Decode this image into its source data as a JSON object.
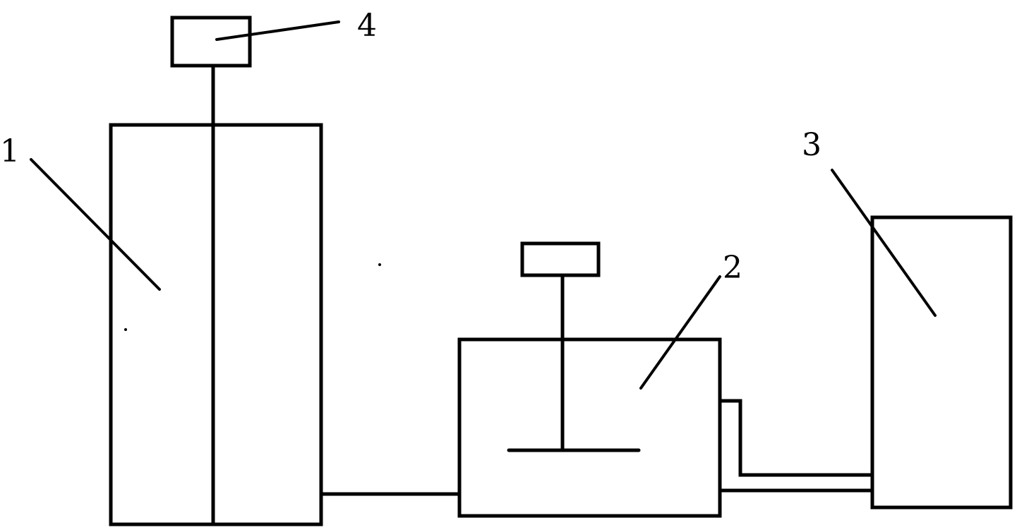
{
  "labels": {
    "part_1": "1",
    "part_2": "2",
    "part_3": "3",
    "part_4": "4"
  },
  "colors": {
    "line": "#000000",
    "background": "#ffffff"
  }
}
